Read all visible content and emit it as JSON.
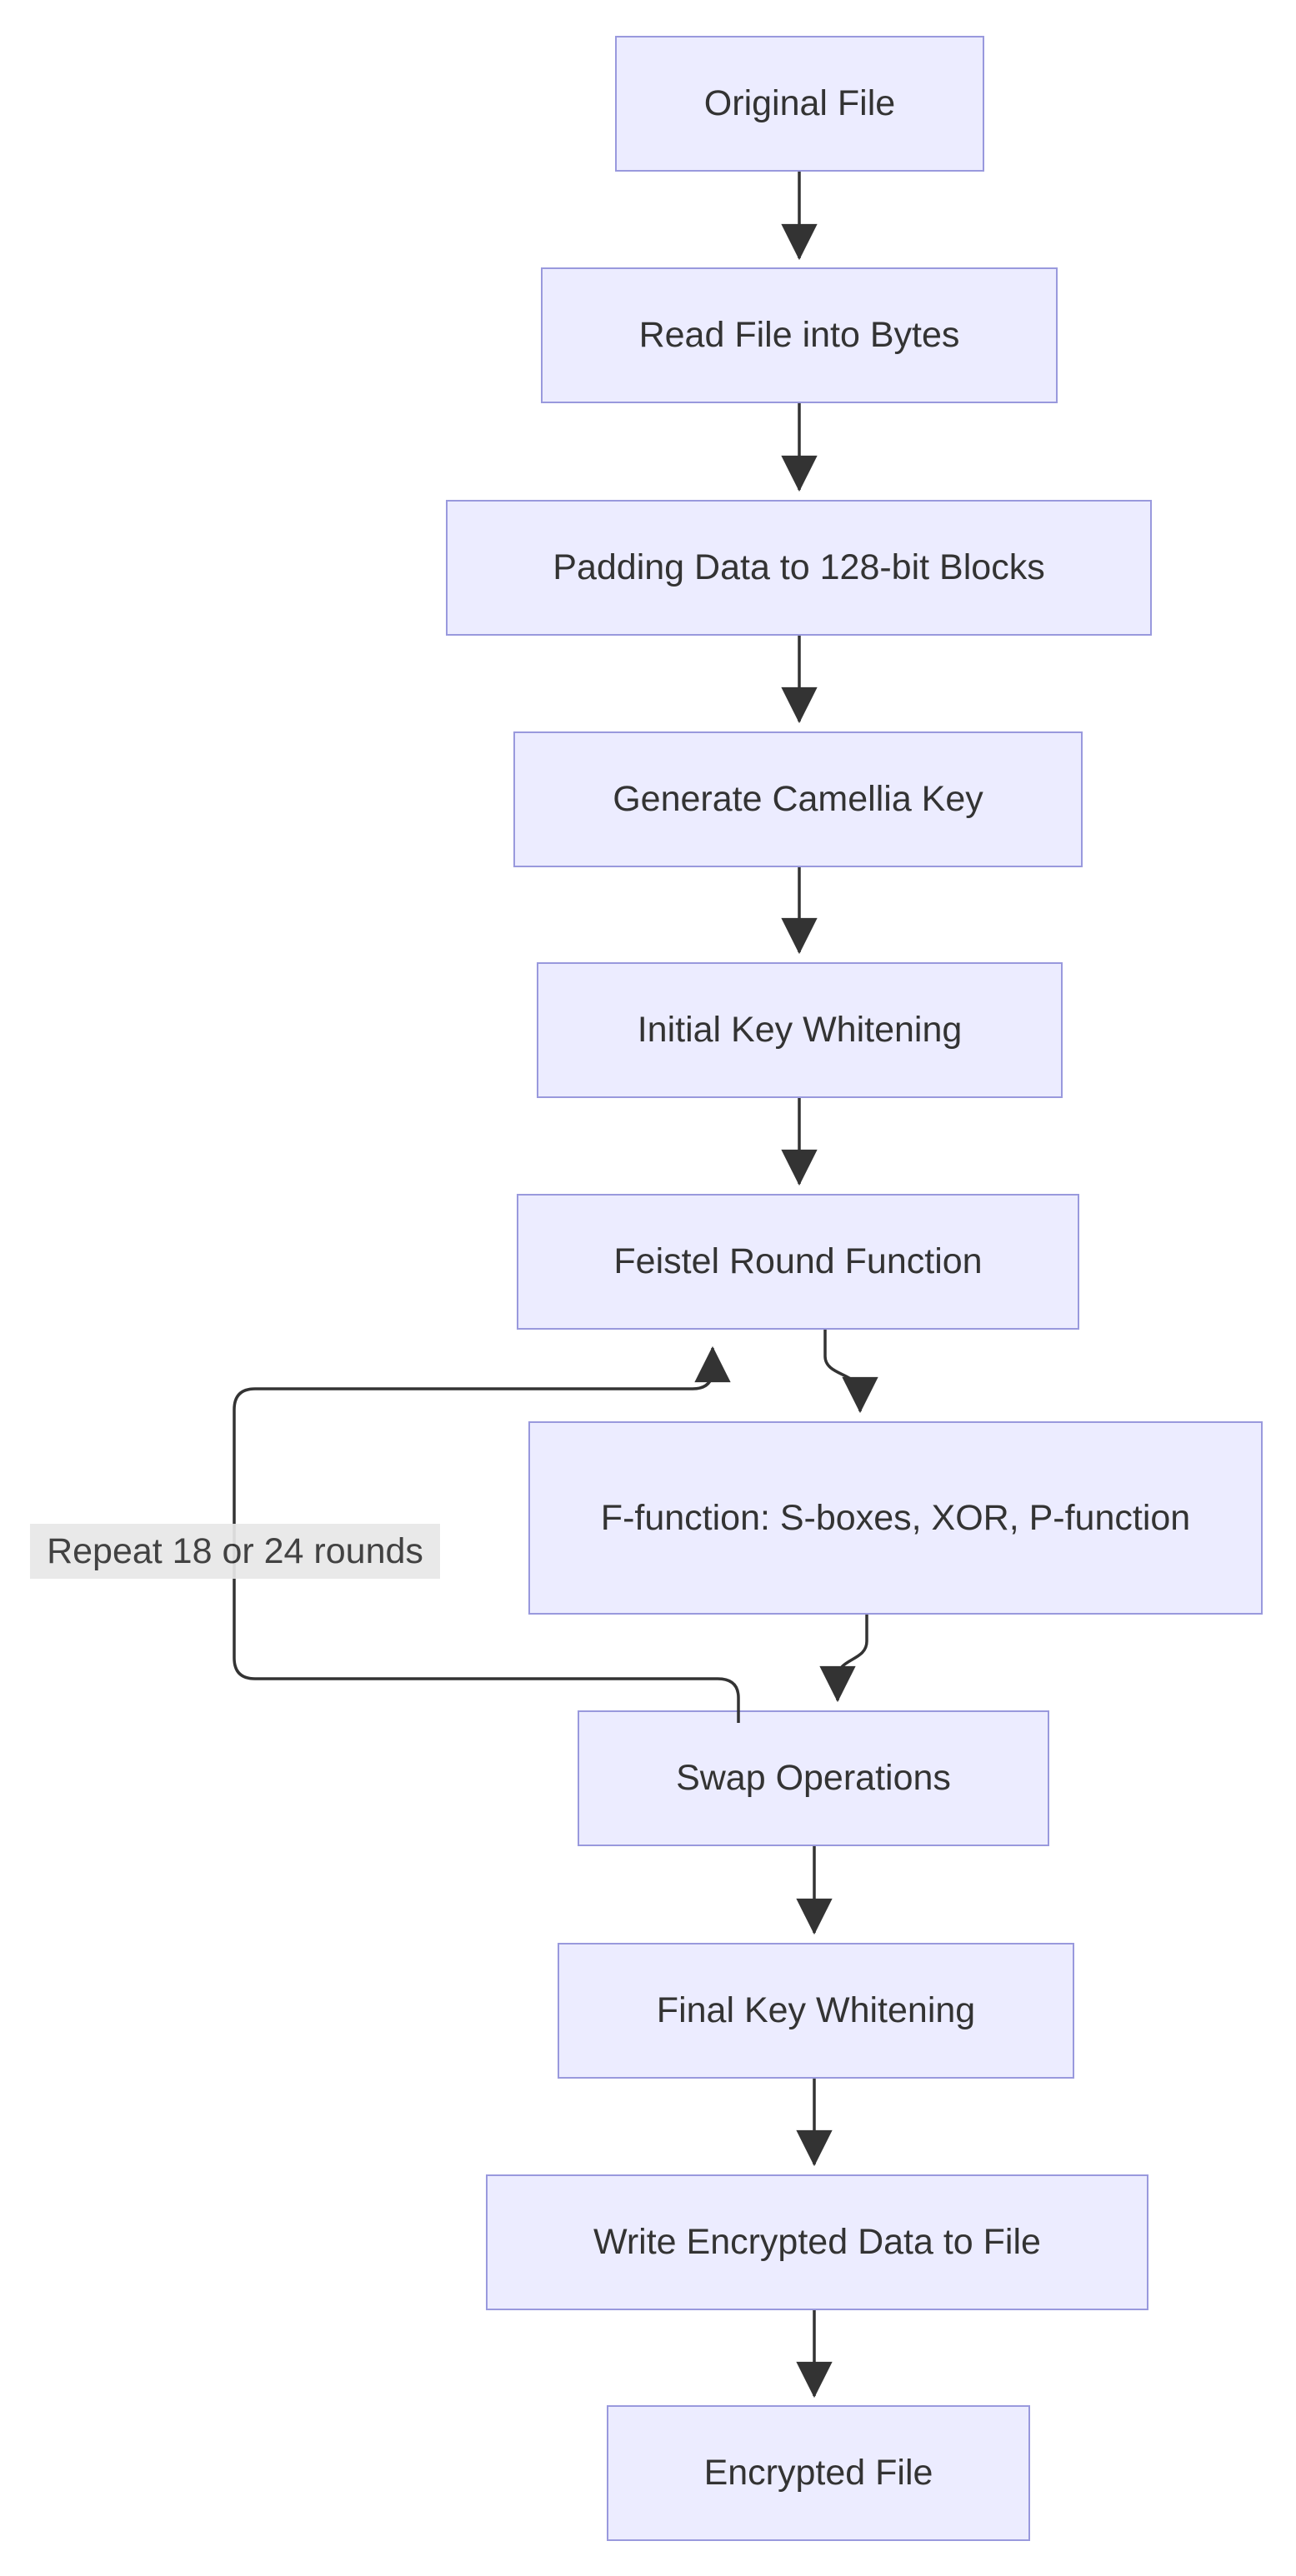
{
  "diagram": {
    "type": "flowchart",
    "nodes": [
      {
        "id": "original-file",
        "label": "Original File"
      },
      {
        "id": "read-file",
        "label": "Read File into Bytes"
      },
      {
        "id": "padding",
        "label": "Padding Data to 128-bit Blocks"
      },
      {
        "id": "generate-key",
        "label": "Generate Camellia Key"
      },
      {
        "id": "initial-whitening",
        "label": "Initial Key Whitening"
      },
      {
        "id": "feistel-round",
        "label": "Feistel Round Function"
      },
      {
        "id": "f-function",
        "label": "F-function: S-boxes, XOR, P-function"
      },
      {
        "id": "swap-operations",
        "label": "Swap Operations"
      },
      {
        "id": "final-whitening",
        "label": "Final Key Whitening"
      },
      {
        "id": "write-file",
        "label": "Write Encrypted Data to File"
      },
      {
        "id": "encrypted-file",
        "label": "Encrypted File"
      }
    ],
    "edges": [
      {
        "from": "original-file",
        "to": "read-file",
        "label": ""
      },
      {
        "from": "read-file",
        "to": "padding",
        "label": ""
      },
      {
        "from": "padding",
        "to": "generate-key",
        "label": ""
      },
      {
        "from": "generate-key",
        "to": "initial-whitening",
        "label": ""
      },
      {
        "from": "initial-whitening",
        "to": "feistel-round",
        "label": ""
      },
      {
        "from": "feistel-round",
        "to": "f-function",
        "label": ""
      },
      {
        "from": "f-function",
        "to": "swap-operations",
        "label": ""
      },
      {
        "from": "swap-operations",
        "to": "feistel-round",
        "label": "Repeat 18 or 24 rounds"
      },
      {
        "from": "swap-operations",
        "to": "final-whitening",
        "label": ""
      },
      {
        "from": "final-whitening",
        "to": "write-file",
        "label": ""
      },
      {
        "from": "write-file",
        "to": "encrypted-file",
        "label": ""
      }
    ],
    "colors": {
      "node_fill": "#ECECFF",
      "node_border": "#9999DD",
      "edge": "#333333",
      "text": "#333333",
      "label_bg": "#E8E8E8",
      "background": "#FFFFFF"
    }
  }
}
